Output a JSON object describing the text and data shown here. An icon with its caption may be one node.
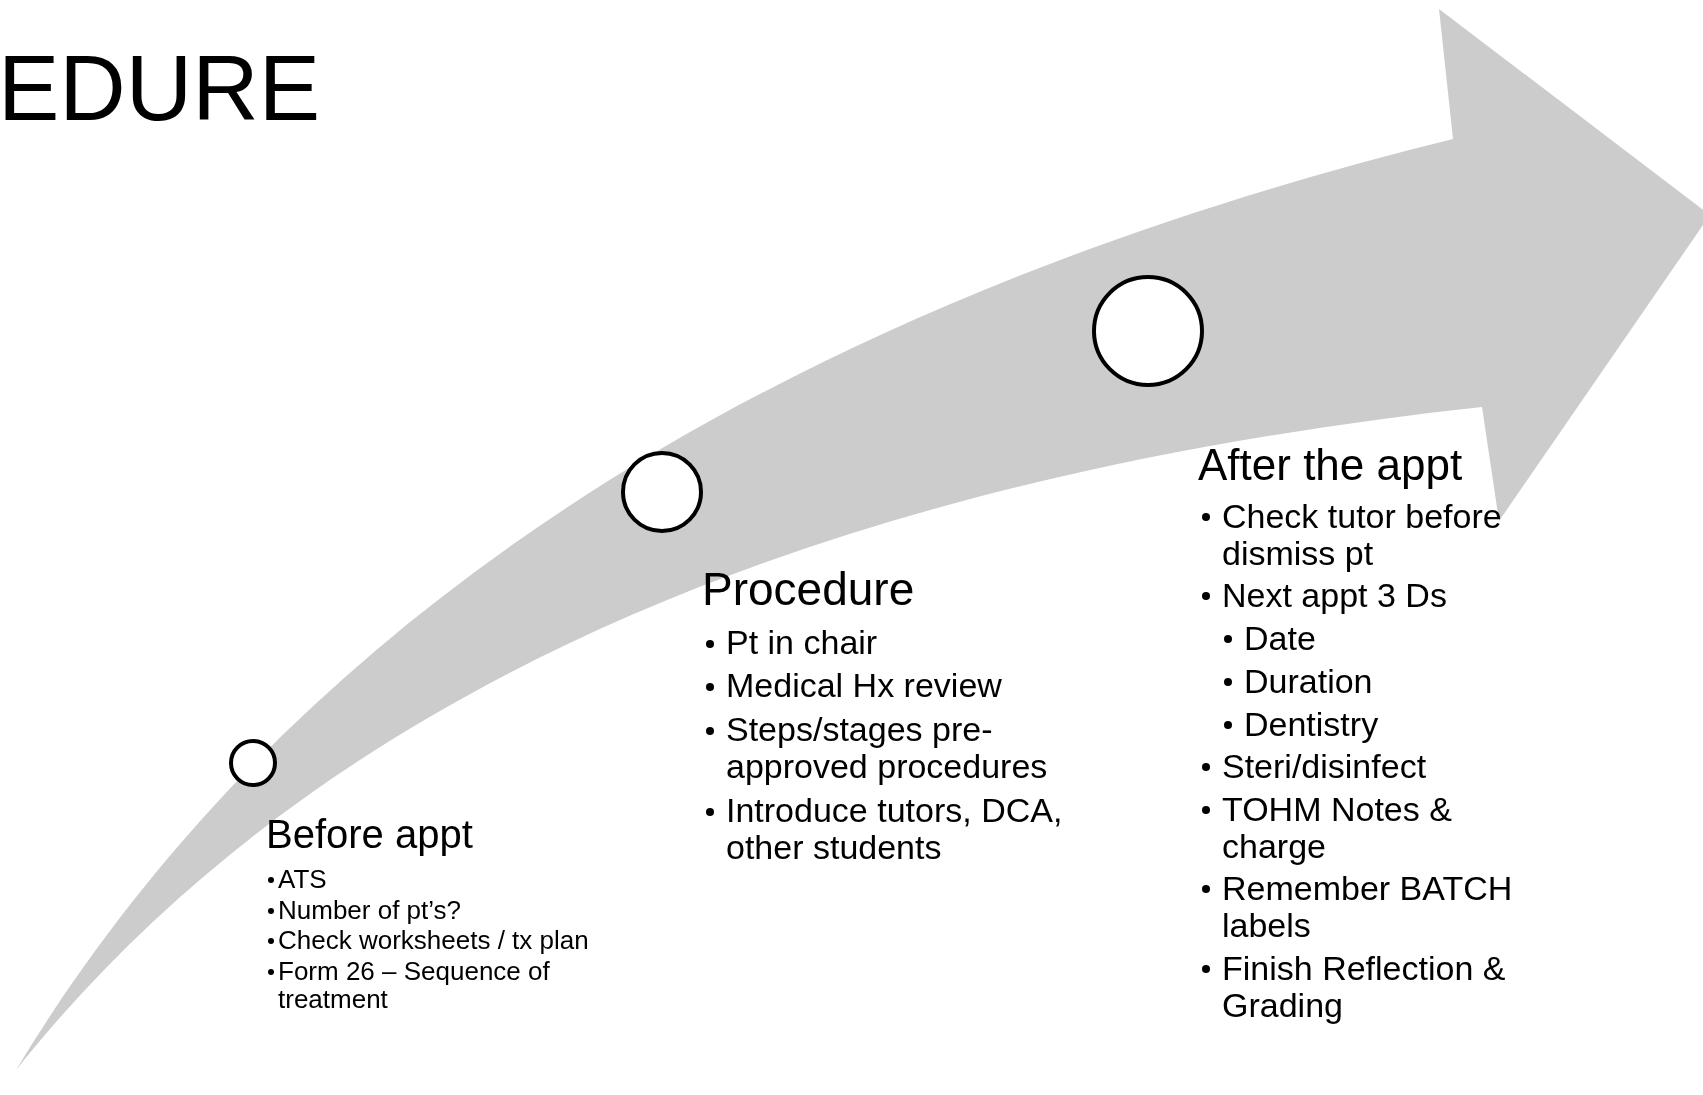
{
  "diagram": {
    "title": "EDURE",
    "nodes": [
      {
        "text": [],
        "shape": "circle",
        "beside": [
          "Before appt",
          "ATS",
          "Number of pt’s?",
          "Check worksheets / tx plan",
          "Form 26 – Sequence of treatment"
        ]
      },
      {
        "text": [],
        "shape": "circle",
        "beside": [
          "Procedure",
          "Pt in chair",
          "Medical Hx review",
          "Steps/stages pre-approved procedures",
          "Introduce tutors, DCA, other students"
        ]
      },
      {
        "text": [],
        "shape": "circle",
        "beside": [
          "After the appt",
          "Check tutor before dismiss pt",
          "Next appt 3 Ds",
          "Date",
          "Duration",
          "Dentistry",
          "Steri/disinfect",
          "TOHM Notes & charge",
          "Remember BATCH labels",
          "Finish Reflection & Grading"
        ]
      }
    ],
    "edges": []
  }
}
